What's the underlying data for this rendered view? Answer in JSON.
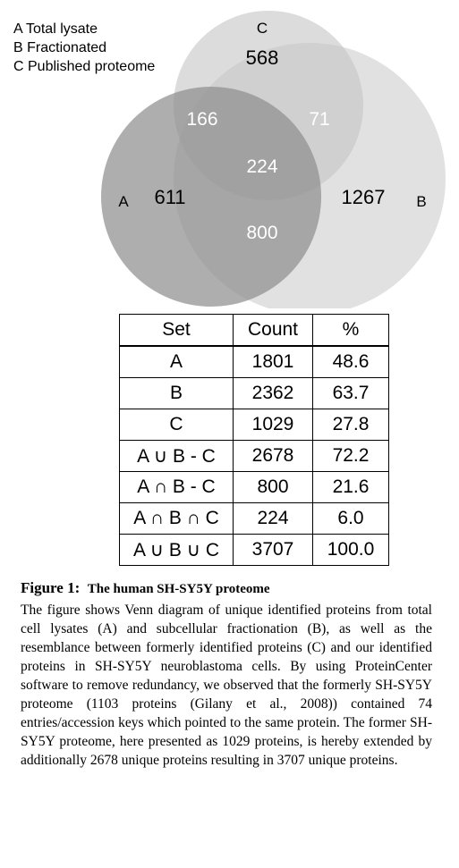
{
  "legend": {
    "a": "A Total lysate",
    "b": "B Fractionated",
    "c": "C Published proteome"
  },
  "venn": {
    "label_a": "A",
    "label_b": "B",
    "label_c": "C",
    "only_a": "611",
    "only_b": "1267",
    "only_c": "568",
    "a_c": "166",
    "b_c": "71",
    "a_b_c": "224",
    "a_b": "800",
    "colors": {
      "a": "#8f8f8f",
      "b": "#dcdcdc",
      "c": "#c4c4c4"
    }
  },
  "table": {
    "headers": [
      "Set",
      "Count",
      "%"
    ],
    "rows": [
      [
        "A",
        "1801",
        "48.6"
      ],
      [
        "B",
        "2362",
        "63.7"
      ],
      [
        "C",
        "1029",
        "27.8"
      ],
      [
        "A ∪ B - C",
        "2678",
        "72.2"
      ],
      [
        "A ∩ B - C",
        "800",
        "21.6"
      ],
      [
        "A ∩ B ∩ C",
        "224",
        "6.0"
      ],
      [
        "A ∪ B ∪ C",
        "3707",
        "100.0"
      ]
    ]
  },
  "caption": {
    "label": "Figure 1:",
    "title": "The human SH-SY5Y proteome",
    "body": "The figure shows Venn diagram of unique identified proteins from total cell lysates (A) and subcellular fractionation (B), as well as the resemblance between formerly identified proteins (C) and our identified proteins in SH-SY5Y neuroblastoma cells. By using ProteinCenter software to remove redundancy, we observed that the formerly SH-SY5Y proteome (1103 proteins (Gilany et al., 2008)) contained 74 entries/accession keys which pointed to the same protein. The former SH-SY5Y proteome, here presented as 1029 proteins, is hereby extended by additionally 2678 unique proteins resulting in 3707 unique proteins."
  }
}
